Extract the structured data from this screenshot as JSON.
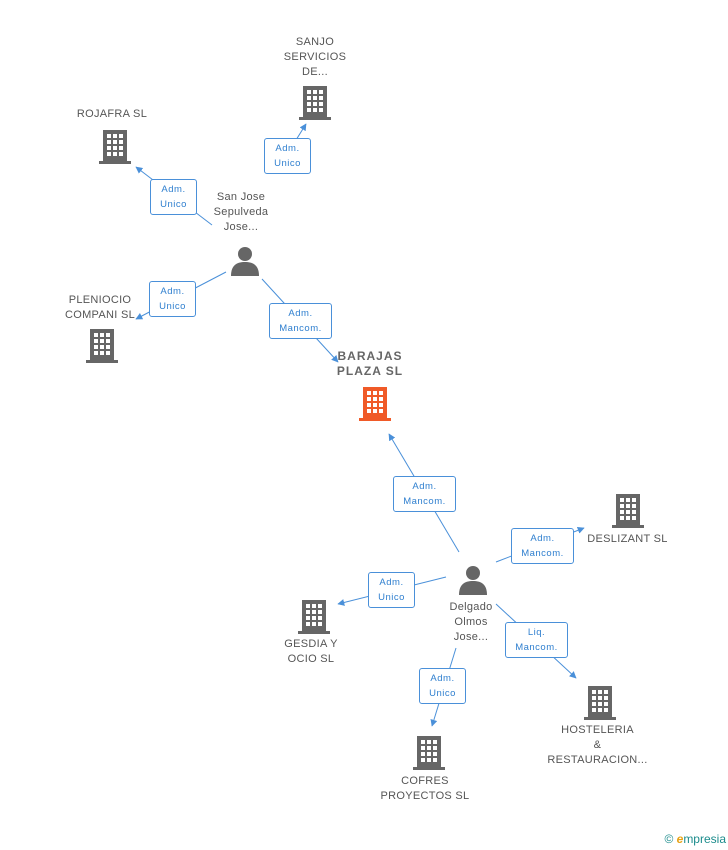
{
  "colors": {
    "edge": "#4a90d9",
    "node_icon": "#666666",
    "main_icon": "#f05a28",
    "label_text": "#555555"
  },
  "nodes": {
    "sanjo": {
      "lines": [
        "SANJO",
        "SERVICIOS",
        "DE..."
      ],
      "icon": "building-icon"
    },
    "rojafra": {
      "lines": [
        "ROJAFRA SL"
      ],
      "icon": "building-icon"
    },
    "person1": {
      "lines": [
        "San Jose",
        "Sepulveda",
        "Jose..."
      ],
      "icon": "person-icon"
    },
    "pleniocio": {
      "lines": [
        "PLENIOCIO",
        "COMPANI SL"
      ],
      "icon": "building-icon"
    },
    "main": {
      "lines": [
        "BARAJAS",
        "PLAZA SL"
      ],
      "icon": "building-icon"
    },
    "deslizant": {
      "lines": [
        "DESLIZANT SL"
      ],
      "icon": "building-icon"
    },
    "person2": {
      "lines": [
        "Delgado",
        "Olmos",
        "Jose..."
      ],
      "icon": "person-icon"
    },
    "gesdia": {
      "lines": [
        "GESDIA Y",
        "OCIO SL"
      ],
      "icon": "building-icon"
    },
    "hosteleria": {
      "lines": [
        "HOSTELERIA",
        "&",
        "RESTAURACION..."
      ],
      "icon": "building-icon"
    },
    "cofres": {
      "lines": [
        "COFRES",
        "PROYECTOS SL"
      ],
      "icon": "building-icon"
    }
  },
  "relations": {
    "r_sanjo": [
      "Adm.",
      "Unico"
    ],
    "r_rojafra": [
      "Adm.",
      "Unico"
    ],
    "r_pleniocio": [
      "Adm.",
      "Unico"
    ],
    "r_main1": [
      "Adm.",
      "Mancom."
    ],
    "r_main2": [
      "Adm.",
      "Mancom."
    ],
    "r_deslizant": [
      "Adm.",
      "Mancom."
    ],
    "r_gesdia": [
      "Adm.",
      "Unico"
    ],
    "r_hosteleria": [
      "Liq.",
      "Mancom."
    ],
    "r_cofres": [
      "Adm.",
      "Unico"
    ]
  },
  "footer": {
    "copyright": "©",
    "brand_initial": "e",
    "brand_rest": "mpresia"
  }
}
